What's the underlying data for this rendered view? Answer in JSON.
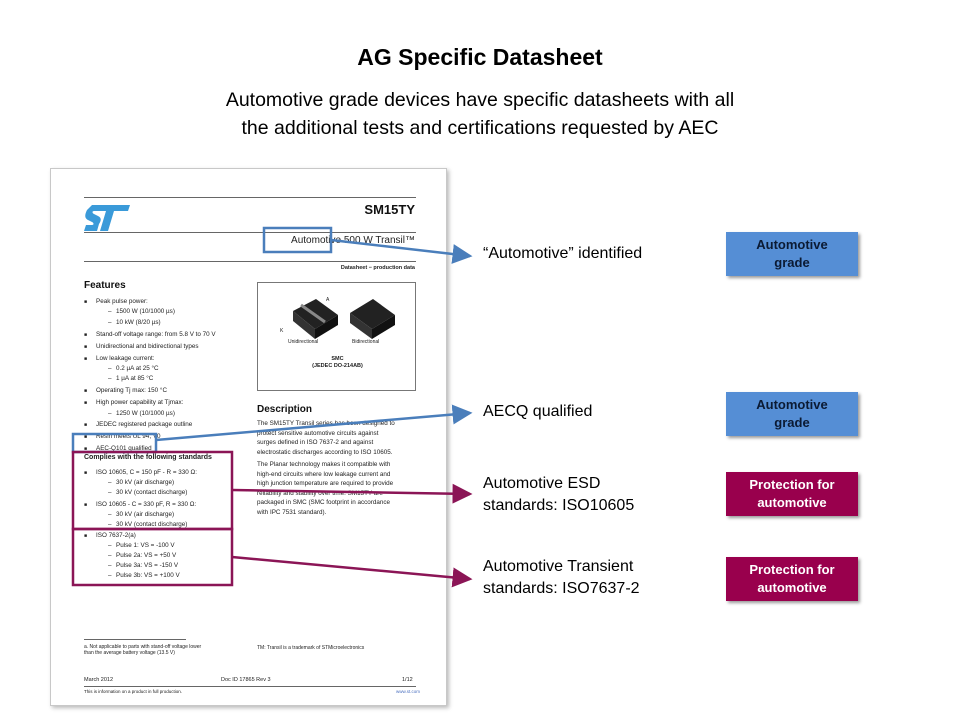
{
  "title": "AG Specific Datasheet",
  "subtitle": [
    "Automotive grade devices have specific datasheets with all",
    "the additional tests and certifications requested by AEC"
  ],
  "datasheet": {
    "logo": "ST",
    "part": "SM15TY",
    "product_line_highlight": "Automotive",
    "product_line_rest": "500 W Transil™",
    "doc_type": "Datasheet − production data",
    "features_heading": "Features",
    "features": [
      {
        "t": "Peak pulse power:",
        "lvl": 0
      },
      {
        "t": "1500 W (10/1000 µs)",
        "lvl": 1
      },
      {
        "t": "10 kW (8/20 µs)",
        "lvl": 1
      },
      {
        "t": "Stand-off voltage range: from 5.8 V to 70 V",
        "lvl": 0
      },
      {
        "t": "Unidirectional and bidirectional types",
        "lvl": 0
      },
      {
        "t": "Low leakage current:",
        "lvl": 0
      },
      {
        "t": "0.2 µA at 25 °C",
        "lvl": 1
      },
      {
        "t": "1 µA at 85 °C",
        "lvl": 1
      },
      {
        "t": "Operating Tj max: 150 °C",
        "lvl": 0
      },
      {
        "t": "High power capability at Tjmax:",
        "lvl": 0
      },
      {
        "t": "1250 W (10/1000 µs)",
        "lvl": 1
      },
      {
        "t": "JEDEC registered package outline",
        "lvl": 0
      },
      {
        "t": "Resin meets UL 94, V0",
        "lvl": 0
      },
      {
        "t": "AEC-Q101 qualified",
        "lvl": 0
      }
    ],
    "standards_heading": "Complies with the following standards",
    "standards": [
      {
        "t": "ISO 10605, C = 150 pF - R = 330 Ω:",
        "lvl": 0
      },
      {
        "t": "30 kV (air discharge)",
        "lvl": 1
      },
      {
        "t": "30 kV (contact discharge)",
        "lvl": 1
      },
      {
        "t": "ISO 10605 - C = 330 pF, R = 330 Ω:",
        "lvl": 0
      },
      {
        "t": "30 kV (air discharge)",
        "lvl": 1
      },
      {
        "t": "30 kV (contact discharge)",
        "lvl": 1
      },
      {
        "t": "ISO 7637-2(a)",
        "lvl": 0
      },
      {
        "t": "Pulse 1: VS = -100 V",
        "lvl": 1
      },
      {
        "t": "Pulse 2a: VS = +50 V",
        "lvl": 1
      },
      {
        "t": "Pulse 3a: VS = -150 V",
        "lvl": 1
      },
      {
        "t": "Pulse 3b: VS = +100 V",
        "lvl": 1
      }
    ],
    "package": {
      "k": "K",
      "a": "A",
      "uni": "Unidirectional",
      "bi": "Bidirectional",
      "name": "SMC",
      "jedec": "(JEDEC DO-214AB)"
    },
    "description_heading": "Description",
    "description": [
      "The SM15TY Transil series has been designed to",
      "protect sensitive automotive circuits against",
      "surges defined in ISO 7637-2 and against",
      "electrostatic discharges according to ISO 10605.",
      "The Planar technology makes it compatible with",
      "high-end circuits where low leakage current and",
      "high junction temperature are required to provide",
      "reliability and stability over time. SM15TY are",
      "packaged in SMC (SMC footprint in accordance",
      "with IPC 7531 standard)."
    ],
    "footnote": [
      "a.   Not applicable to parts with stand-off voltage lower",
      "      than the average battery voltage (13.5 V)"
    ],
    "trademark": "TM: Transil is a trademark of STMicroelectronics",
    "date": "March 2012",
    "doc_id": "Doc ID 17865 Rev 3",
    "page": "1/12",
    "production_note": "This is information on a product in full production.",
    "url": "www.st.com"
  },
  "callouts": [
    {
      "text": "“Automotive” identified",
      "tag": "Automotive\ngrade"
    },
    {
      "text": "AECQ qualified",
      "tag": "Automotive\ngrade"
    },
    {
      "text": "Automotive ESD\nstandards: ISO10605",
      "tag": "Protection for\nautomotive"
    },
    {
      "text": "Automotive Transient\nstandards: ISO7637-2",
      "tag": "Protection for\nautomotive"
    }
  ],
  "colors": {
    "blue": "#4a7ebb",
    "magenta": "#99004d",
    "tag_blue": "#558ed5"
  }
}
